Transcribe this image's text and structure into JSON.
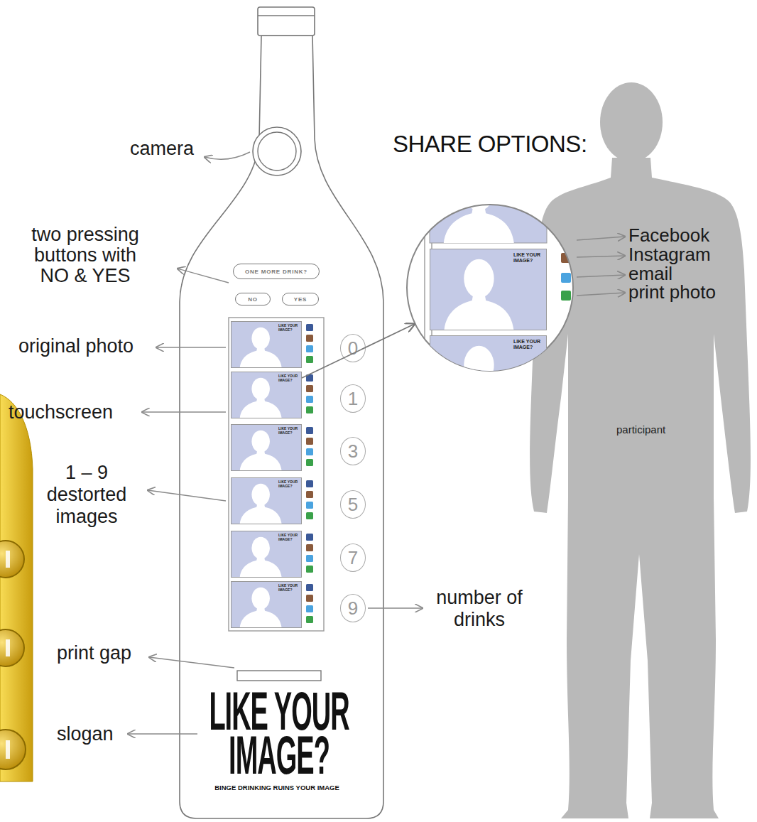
{
  "diagram": {
    "nodes": [
      {
        "text": [
          "LIKE YOUR IMAGE?",
          "BINGE DRINKING RUINS YOUR IMAGE"
        ]
      },
      {
        "text": [
          "ONE MORE DRINK?"
        ],
        "in": 0
      },
      {
        "text": [
          "NO"
        ],
        "in": 0
      },
      {
        "text": [
          "YES"
        ],
        "in": 0
      },
      {
        "text": [
          "LIKE YOUR IMAGE?"
        ],
        "in": 0
      },
      {
        "text": [
          "LIKE YOUR IMAGE?"
        ],
        "in": 0
      },
      {
        "text": [
          "LIKE YOUR IMAGE?"
        ],
        "in": 0
      },
      {
        "text": [
          "LIKE YOUR IMAGE?"
        ],
        "in": 0
      },
      {
        "text": [
          "LIKE YOUR IMAGE?"
        ],
        "in": 0
      },
      {
        "text": [
          "LIKE YOUR IMAGE?"
        ],
        "in": 0
      },
      {
        "text": [
          "0"
        ],
        "in": 0
      },
      {
        "text": [
          "1"
        ],
        "in": 0
      },
      {
        "text": [
          "3"
        ],
        "in": 0
      },
      {
        "text": [
          "5"
        ],
        "in": 0
      },
      {
        "text": [
          "7"
        ],
        "in": 0
      },
      {
        "text": [
          "9"
        ],
        "in": 0
      },
      {
        "text": [
          "SHARE OPTIONS:"
        ]
      },
      {
        "text": [
          "LIKE YOUR IMAGE?"
        ],
        "in": 16
      },
      {
        "text": [
          "LIKE YOUR IMAGE?"
        ],
        "in": 16
      },
      {
        "text": [
          "participant"
        ]
      }
    ],
    "edges": [
      {
        "from": 5,
        "to": 16,
        "arrow": "to"
      }
    ],
    "labels": [
      "camera",
      "two pressing buttons with NO & YES",
      "original photo",
      "touchscreen",
      "1 – 9 destorted images",
      "print gap",
      "slogan",
      "number of drinks",
      "Facebook",
      "Instagram",
      "email",
      "print photo"
    ]
  }
}
